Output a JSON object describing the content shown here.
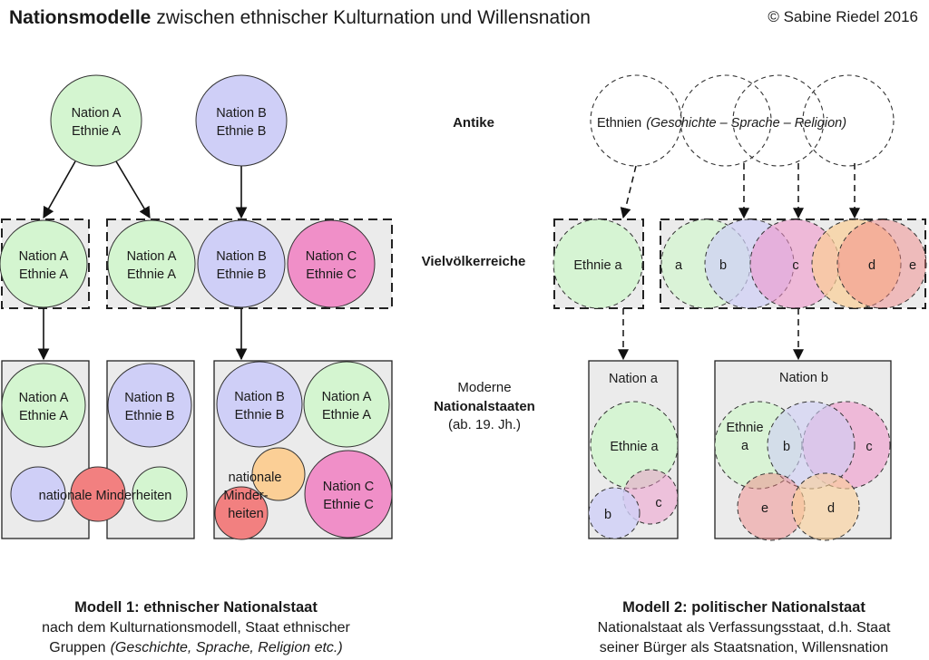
{
  "title": {
    "bold": "Nationsmodelle",
    "rest": "zwischen ethnischer Kulturnation und Willensnation",
    "copyright": "©  Sabine Riedel 2016"
  },
  "rows": {
    "antike": "Antike",
    "vielvoelker": "Vielvölkerreiche",
    "modern_line1": "Moderne",
    "modern_line2": "Nationalstaaten",
    "modern_line3": "(ab. 19. Jh.)"
  },
  "left": {
    "nation_a": "Nation A",
    "ethnie_a": "Ethnie A",
    "nation_b": "Nation B",
    "ethnie_b": "Ethnie B",
    "nation_c": "Nation C",
    "ethnie_c": "Ethnie C",
    "nationale_minderheiten": "nationale Minderheiten",
    "nationale": "nationale",
    "minder": "Minder-",
    "heiten": "heiten"
  },
  "right": {
    "ethnien": "Ethnien",
    "ethnien_detail": "(Geschichte – Sprache – Religion)",
    "ethnie_a": "Ethnie a",
    "ethnie": "Ethnie",
    "a": "a",
    "b": "b",
    "c": "c",
    "d": "d",
    "e": "e",
    "nation_a": "Nation a",
    "nation_b": "Nation b"
  },
  "captions": {
    "model1_title": "Modell 1:  ethnischer Nationalstaat",
    "model1_line1": "nach dem Kulturnationsmodell, Staat ethnischer",
    "model1_line2_a": "Gruppen",
    "model1_line2_b": "(Geschichte, Sprache, Religion etc.)",
    "model2_title": "Modell 2: politischer Nationalstaat",
    "model2_line1": "Nationalstaat als Verfassungsstaat, d.h. Staat",
    "model2_line2": "seiner Bürger als Staatsnation, Willensnation"
  },
  "colors": {
    "green": "#d4f5d0",
    "blue": "#cfcff7",
    "pink": "#f08fc8",
    "red": "#f28080",
    "orange": "#fbcf96",
    "box_fill": "#ebebeb"
  }
}
